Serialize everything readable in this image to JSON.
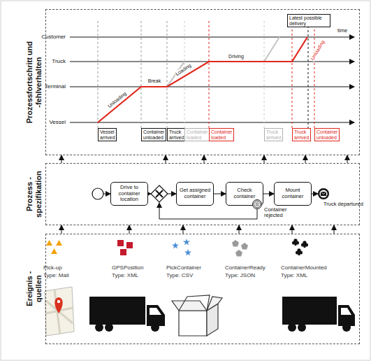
{
  "diagram": {
    "nodes": [
      {
        "text": [
          "Prozessfortschritt und -fehlverhalten"
        ]
      },
      {
        "text": [
          "Latest possible delivery"
        ],
        "in": 0
      },
      {
        "text": [
          "Vessel arrived"
        ],
        "in": 0
      },
      {
        "text": [
          "Container unloaded"
        ],
        "in": 0
      },
      {
        "text": [
          "Truck arrived"
        ],
        "in": 0
      },
      {
        "text": [
          "Container loaded"
        ],
        "in": 0
      },
      {
        "text": [
          "Container loaded"
        ],
        "in": 0
      },
      {
        "text": [
          "Truck arrived"
        ],
        "in": 0
      },
      {
        "text": [
          "Truck arrived"
        ],
        "in": 0
      },
      {
        "text": [
          "Container unloaded"
        ],
        "in": 0
      },
      {
        "text": [
          "Prozess -spezifikation"
        ]
      },
      {
        "text": [
          "Drive to container location"
        ],
        "in": 10
      },
      {
        "text": [
          "Get assigned container"
        ],
        "in": 10
      },
      {
        "text": [
          "Check container"
        ],
        "in": 10
      },
      {
        "text": [
          "Container rejected"
        ],
        "in": 10
      },
      {
        "text": [
          "Mount container"
        ],
        "in": 10
      },
      {
        "text": [
          "Truck departured"
        ],
        "in": 10
      },
      {
        "text": [
          "Ereignis -quellen"
        ]
      }
    ],
    "edges": [
      {
        "from": 17,
        "to": 10,
        "arrow": "to"
      },
      {
        "from": 17,
        "to": 10,
        "arrow": "to"
      },
      {
        "from": 17,
        "to": 10,
        "arrow": "to"
      },
      {
        "from": 17,
        "to": 10,
        "arrow": "to"
      },
      {
        "from": 17,
        "to": 10,
        "arrow": "to"
      },
      {
        "from": 17,
        "to": 10,
        "arrow": "to"
      },
      {
        "from": 10,
        "to": 0,
        "arrow": "to"
      },
      {
        "from": 10,
        "to": 0,
        "arrow": "to"
      },
      {
        "from": 10,
        "to": 0,
        "arrow": "to"
      },
      {
        "from": 10,
        "to": 0,
        "arrow": "to"
      },
      {
        "from": 10,
        "to": 0,
        "arrow": "to"
      },
      {
        "from": 10,
        "to": 0,
        "arrow": "to"
      },
      {
        "from": 12,
        "to": 13,
        "arrow": "to"
      },
      {
        "from": 13,
        "to": 15,
        "arrow": "to"
      },
      {
        "from": 15,
        "to": 16,
        "arrow": "to"
      }
    ],
    "labels": [
      "Customer",
      "Truck",
      "Terminal",
      "Vessel",
      "time",
      "Unloading",
      "Break",
      "Loading",
      "Driving",
      "Unloading",
      "Pick-up",
      "Type: Mail",
      "GPSPosition",
      "Type: XML",
      "PickContainer",
      "Type: CSV",
      "ContainerReady",
      "Type: JSON",
      "ContainerMounted",
      "Type: XML"
    ]
  }
}
